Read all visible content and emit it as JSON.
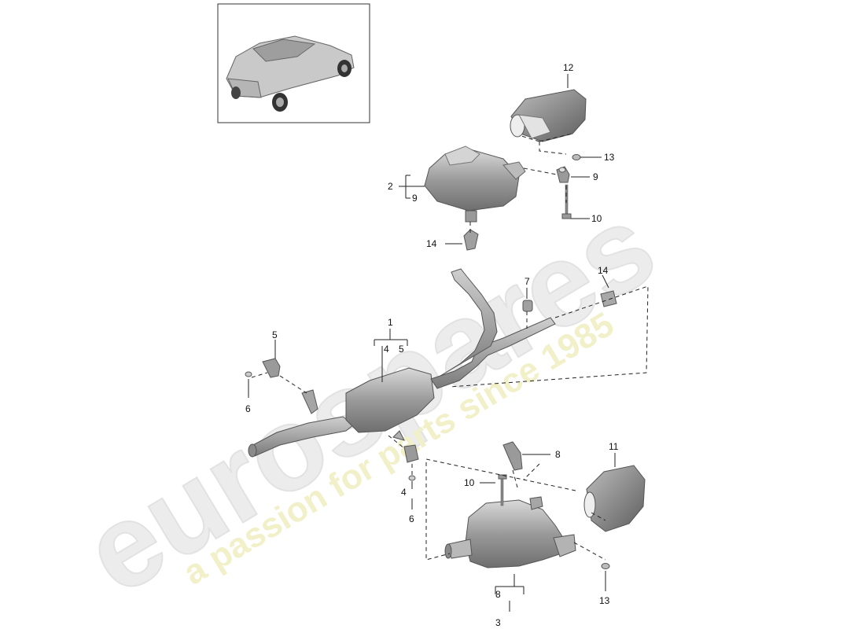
{
  "watermark": {
    "brand": "eurospares",
    "tagline": "a passion for parts since 1985"
  },
  "thumbnail": {
    "icon": "vehicle-thumbnail-icon"
  },
  "callouts": {
    "c12": "12",
    "c13_top": "13",
    "c9_right": "9",
    "c2": "2",
    "c9_left": "9",
    "c10_top": "10",
    "c14_left": "14",
    "c14_right": "14",
    "c7": "7",
    "c1": "1",
    "c4_top": "4",
    "c5_top": "5",
    "c5_left": "5",
    "c6_left": "6",
    "c4_bottom": "4",
    "c6_bottom": "6",
    "c8_right": "8",
    "c10_bottom": "10",
    "c11": "11",
    "c8_bottom": "8",
    "c3": "3",
    "c13_bottom": "13"
  }
}
